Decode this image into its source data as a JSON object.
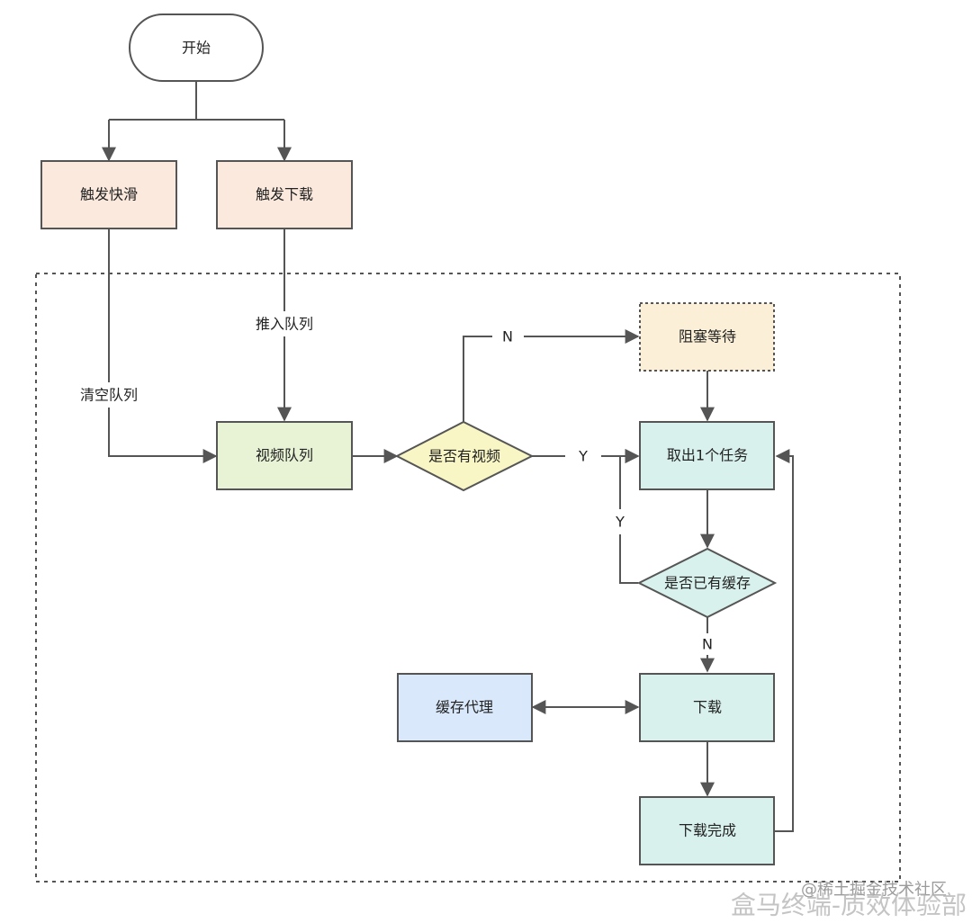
{
  "nodes": {
    "start": "开始",
    "trigger_swipe": "触发快滑",
    "trigger_download": "触发下载",
    "video_queue": "视频队列",
    "has_video": "是否有视频",
    "block_wait": "阻塞等待",
    "take_task": "取出1个任务",
    "has_cache": "是否已有缓存",
    "download": "下载",
    "cache_proxy": "缓存代理",
    "download_done": "下载完成"
  },
  "edges": {
    "push_queue": "推入队列",
    "clear_queue": "清空队列",
    "no_video": "N",
    "yes_video": "Y",
    "cache_yes": "Y",
    "cache_no": "N"
  },
  "watermark": {
    "community": "@稀土掘金技术社区",
    "brand": "盒马终端-质效体验部"
  },
  "colors": {
    "trigger_fill": "#fae9dc",
    "queue_fill": "#e8f3d6",
    "decision_video_fill": "#f8f6c4",
    "wait_fill": "#fbf0d7",
    "task_fill": "#d8f1ec",
    "cache_proxy_fill": "#d9e8fa",
    "stroke": "#555555"
  }
}
